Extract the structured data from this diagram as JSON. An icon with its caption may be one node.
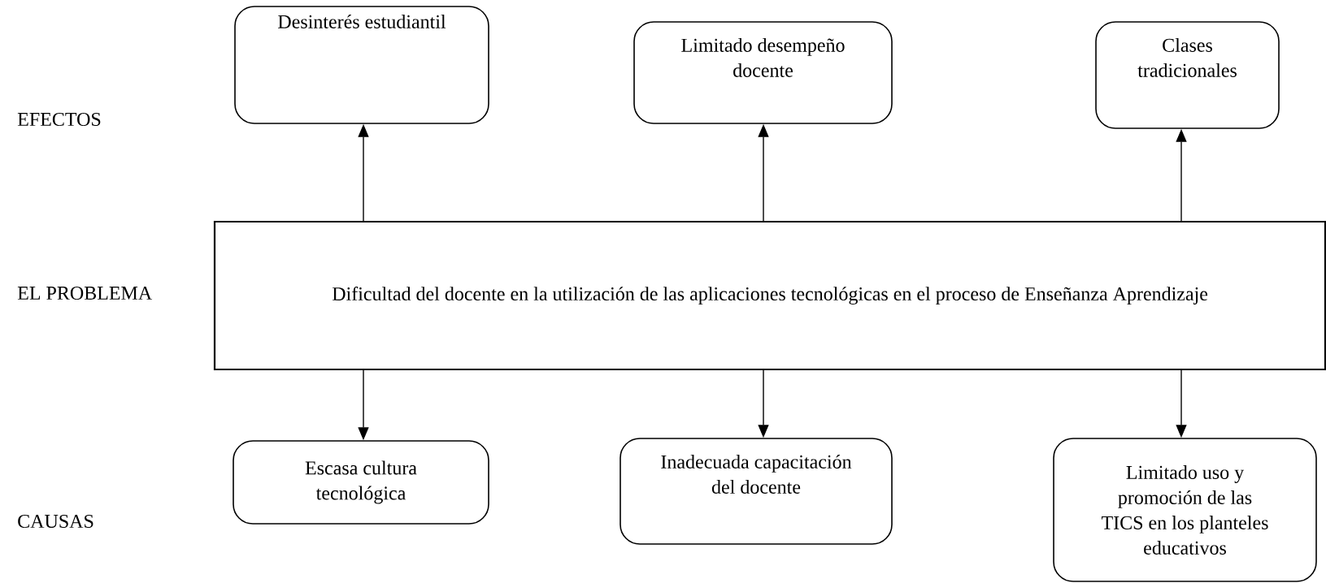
{
  "diagram": {
    "nodes": [
      {
        "text": [
          "Desinterés estudiantil"
        ]
      },
      {
        "text": [
          "Limitado desempeño docente"
        ]
      },
      {
        "text": [
          "Clases tradicionales"
        ]
      },
      {
        "text": [
          "Dificultad del docente en la utilización de las aplicaciones tecnológicas en  el proceso de Enseñanza Aprendizaje"
        ]
      },
      {
        "text": [
          "Escasa cultura tecnológica"
        ]
      },
      {
        "text": [
          "Inadecuada capacitación del docente"
        ]
      },
      {
        "text": [
          "Limitado uso y promoción de las TICS en los planteles educativos"
        ]
      }
    ],
    "edges": [
      {
        "from": 3,
        "to": 0,
        "arrow": "to"
      },
      {
        "from": 3,
        "to": 1,
        "arrow": "to"
      },
      {
        "from": 3,
        "to": 2,
        "arrow": "to"
      },
      {
        "from": 3,
        "to": 4,
        "arrow": "to"
      },
      {
        "from": 3,
        "to": 5,
        "arrow": "to"
      },
      {
        "from": 3,
        "to": 6,
        "arrow": "to"
      }
    ],
    "labels": [
      "EFECTOS",
      "EL PROBLEMA",
      "CAUSAS"
    ]
  }
}
